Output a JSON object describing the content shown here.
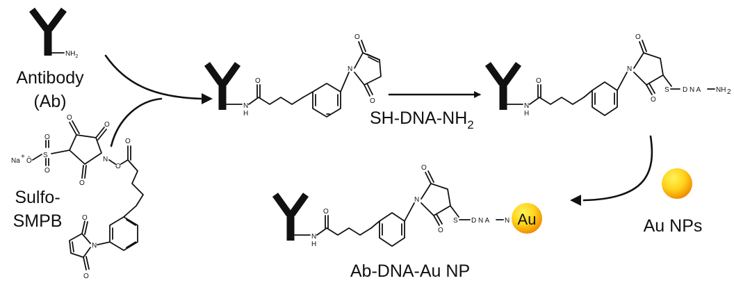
{
  "labels": {
    "antibody": "Antibody",
    "antibody_abbr": "(Ab)",
    "sulfo_line1": "Sulfo-",
    "sulfo_line2": "SMPB",
    "reagent": "SH-DNA-NH",
    "reagent_sub": "2",
    "au_nps": "Au NPs",
    "product": "Ab-DNA-Au NP",
    "au_symbol": "Au"
  },
  "atoms": {
    "nh2": "NH",
    "nh2_sub": "2",
    "n": "N",
    "o": "O",
    "h": "H",
    "s": "S",
    "na": "Na",
    "charge_plus": "+",
    "charge_minus": "-",
    "dna_chain": "D N A",
    "nh2_end": "NH",
    "nh2_end_sub": "2"
  },
  "colors": {
    "ink": "#111111",
    "gold_light": "#fff35a",
    "gold_mid": "#ffd21a",
    "gold_dark": "#f08a00"
  }
}
